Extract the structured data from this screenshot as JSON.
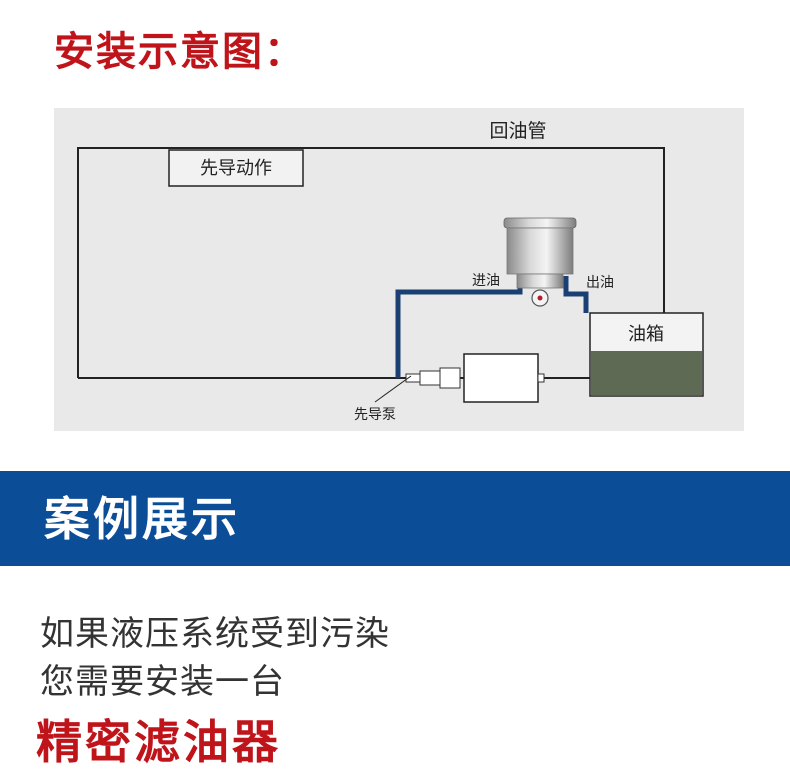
{
  "heading": "安装示意图：",
  "diagram": {
    "labels": {
      "return_pipe": "回油管",
      "pilot_action": "先导动作",
      "oil_in": "进油",
      "oil_out": "出油",
      "oil_tank": "油箱",
      "pilot_pump": "先导泵"
    }
  },
  "banner": {
    "title": "案例展示"
  },
  "body": {
    "line1": "如果液压系统受到污染",
    "line2": "您需要安装一台",
    "emphasis": "精密滤油器"
  },
  "colors": {
    "heading": "#c0141b",
    "banner": "#0c4d98",
    "pipe": "#1a3f73",
    "tank_oil": "#5f6a55",
    "panel": "#e9e9e9"
  }
}
